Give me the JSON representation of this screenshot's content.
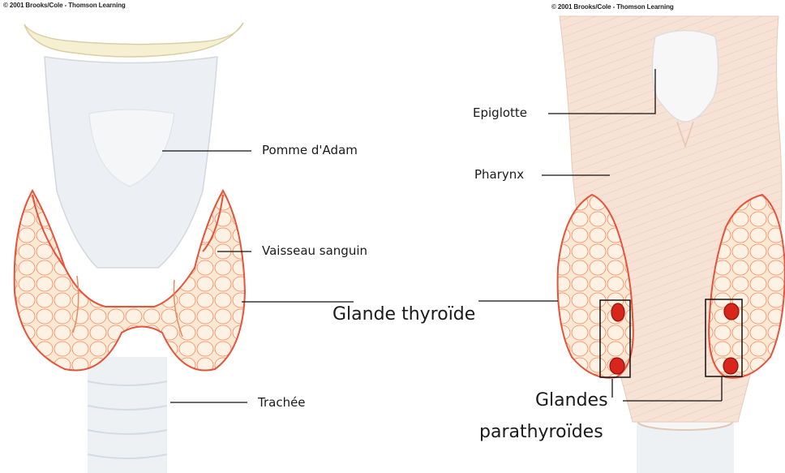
{
  "copyright": {
    "left": "© 2001 Brooks/Cole - Thomson Learning",
    "right": "© 2001 Brooks/Cole - Thomson Learning"
  },
  "labels": {
    "pomme_adam": "Pomme d'Adam",
    "vaisseau": "Vaisseau sanguin",
    "glande_thyroide": "Glande thyroïde",
    "trachee": "Trachée",
    "epiglotte": "Epiglotte",
    "pharynx": "Pharynx",
    "glandes_line1": "Glandes",
    "glandes_line2": "parathyroïdes"
  },
  "colors": {
    "thyroid_fill": "#fde8d2",
    "thyroid_outline": "#e4533a",
    "cartilage": "#eef0f3",
    "pharynx": "#f6e1d4",
    "parathyroid": "#d9261c"
  }
}
